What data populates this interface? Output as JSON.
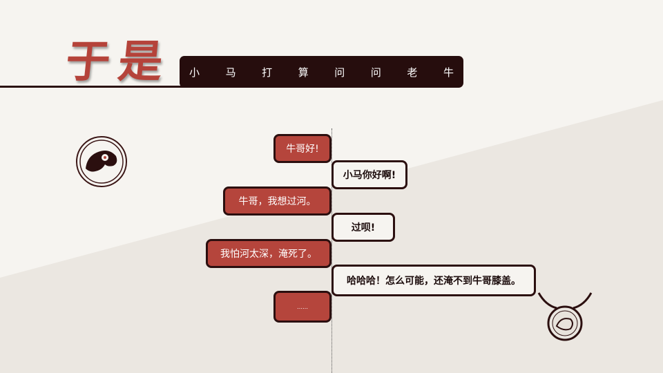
{
  "title": "于是",
  "subtitle_chars": [
    "小",
    "马",
    "打",
    "算",
    "问",
    "问",
    "老",
    "牛"
  ],
  "colors": {
    "accent": "#b5453c",
    "dark": "#260d0d",
    "background": "#f6f4f0"
  },
  "messages": [
    {
      "side": "left",
      "text": "牛哥好!"
    },
    {
      "side": "right",
      "text": "小马你好啊!"
    },
    {
      "side": "left",
      "text": "牛哥，我想过河。"
    },
    {
      "side": "right",
      "text": "过呗!"
    },
    {
      "side": "left",
      "text": "我怕河太深，淹死了。"
    },
    {
      "side": "right",
      "text": "哈哈哈！怎么可能，还淹不到牛哥膝盖。"
    },
    {
      "side": "left",
      "text": "……"
    }
  ],
  "icons": {
    "left": "horse-icon",
    "right": "bull-icon"
  }
}
